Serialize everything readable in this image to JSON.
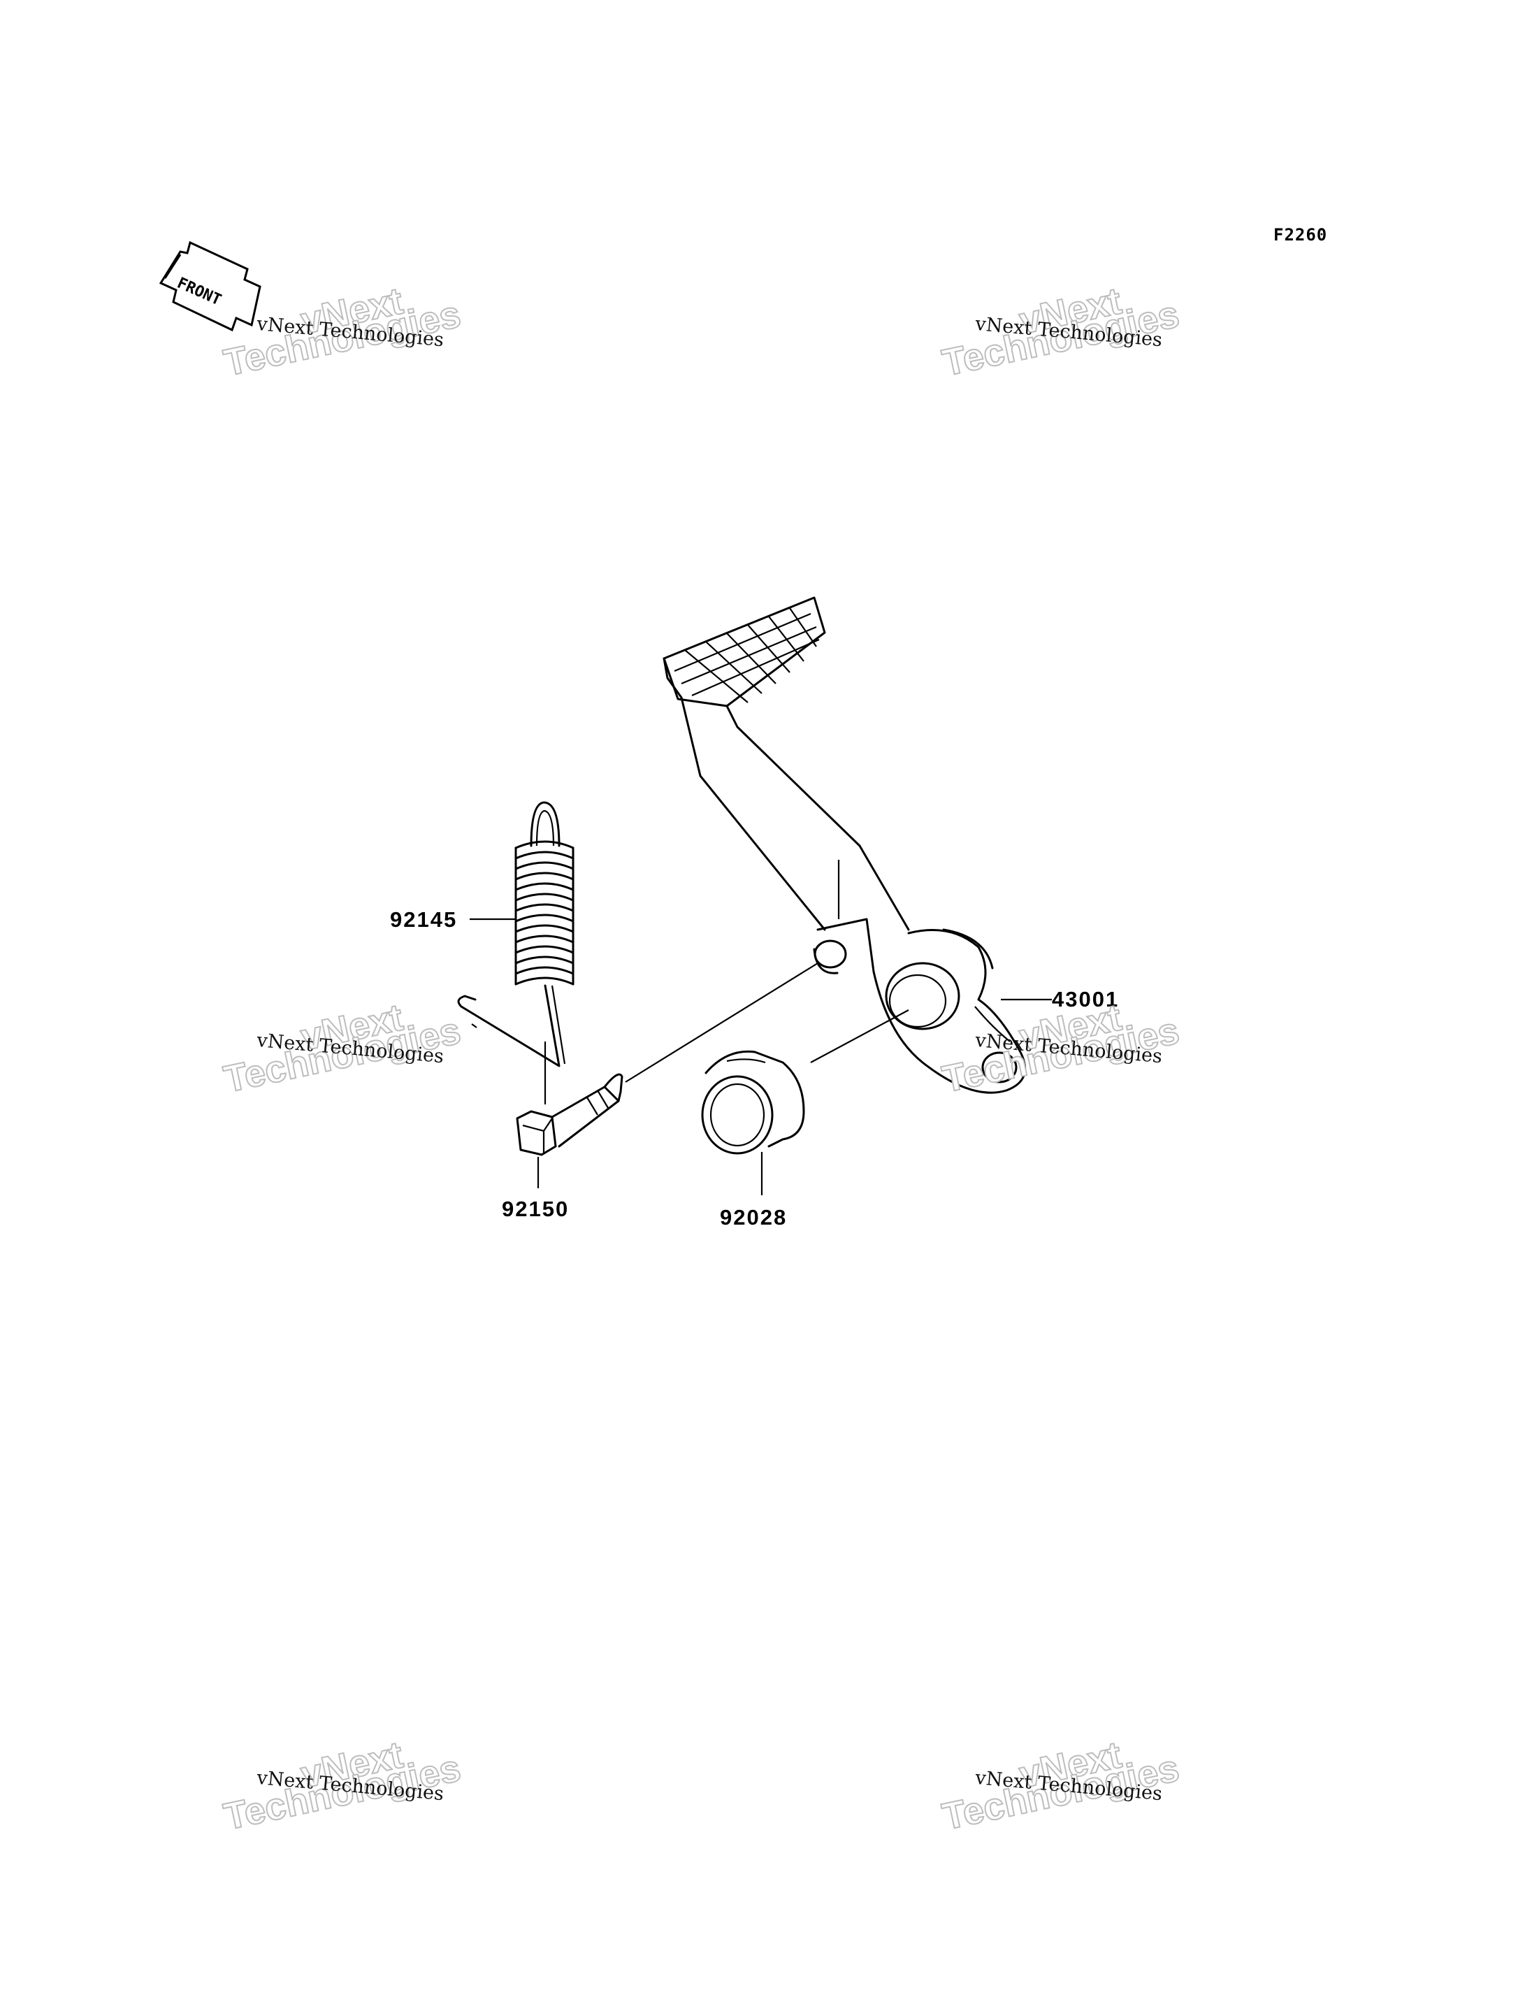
{
  "figure_ref": "F2260",
  "front_label": "FRONT",
  "parts": [
    {
      "number": "92145",
      "name_key": "spring"
    },
    {
      "number": "92150",
      "name_key": "bolt"
    },
    {
      "number": "92028",
      "name_key": "bushing"
    },
    {
      "number": "43001",
      "name_key": "pedal"
    }
  ],
  "watermark": {
    "small": "vNext Technologies",
    "big_line1": "vNext",
    "big_line2": "Technologies"
  }
}
